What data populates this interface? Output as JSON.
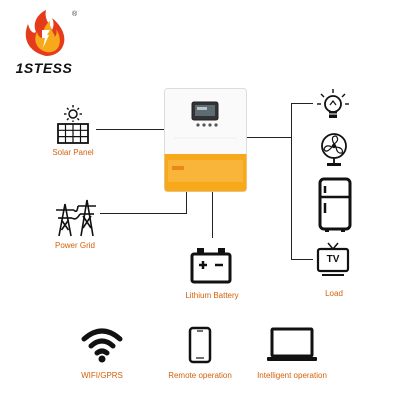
{
  "brand": {
    "name": "1STESS",
    "registered_mark": "®"
  },
  "inputs": {
    "solar_panel": "Solar Panel",
    "power_grid": "Power Grid"
  },
  "storage": {
    "battery": "Lithium Battery"
  },
  "output": {
    "load": "Load",
    "tv_screen_text": "TV"
  },
  "features": {
    "wifi": "WIFI/GPRS",
    "remote": "Remote operation",
    "intelligent": "Intelligent operation"
  },
  "colors": {
    "accent": "#f7a81b",
    "label": "#d4600a",
    "logo_red": "#e53a1c"
  }
}
